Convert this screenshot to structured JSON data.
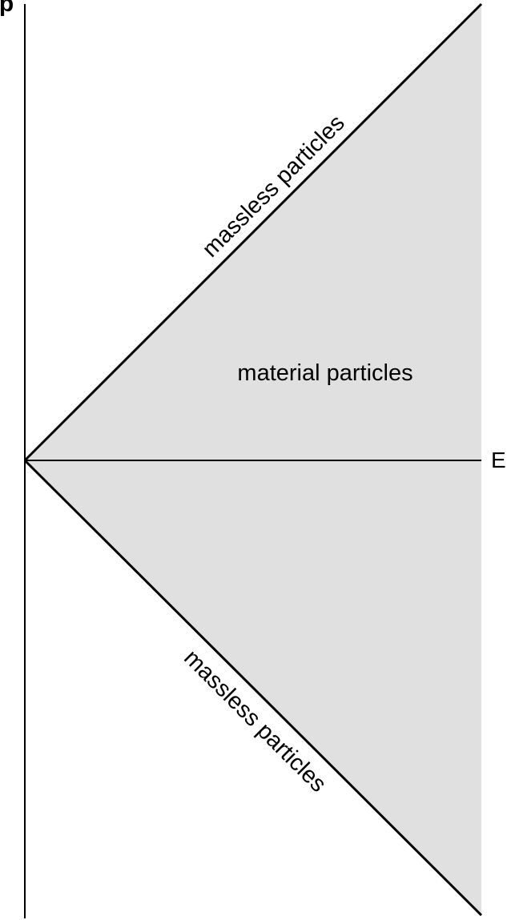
{
  "diagram": {
    "axis_labels": {
      "vertical": "p",
      "horizontal": "E"
    },
    "region_label": "material particles",
    "upper_edge_label": "massless particles",
    "lower_edge_label": "massless particles",
    "colors": {
      "region_fill": "#e0e0e0",
      "lines": "#000000",
      "background": "#ffffff"
    }
  }
}
